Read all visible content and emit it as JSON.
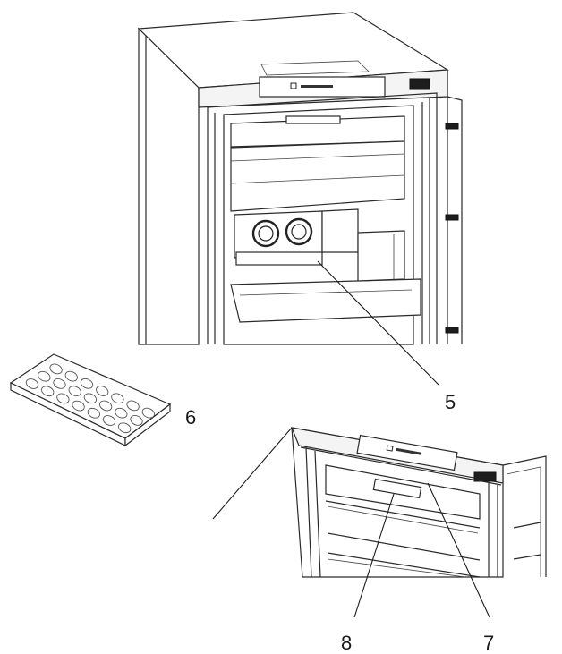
{
  "callouts": [
    {
      "id": "5",
      "label": "5"
    },
    {
      "id": "6",
      "label": "6"
    },
    {
      "id": "7",
      "label": "7"
    },
    {
      "id": "8",
      "label": "8"
    }
  ],
  "colors": {
    "line": "#2a2a2a",
    "frame": "#1d1d1d",
    "background": "#ffffff"
  }
}
